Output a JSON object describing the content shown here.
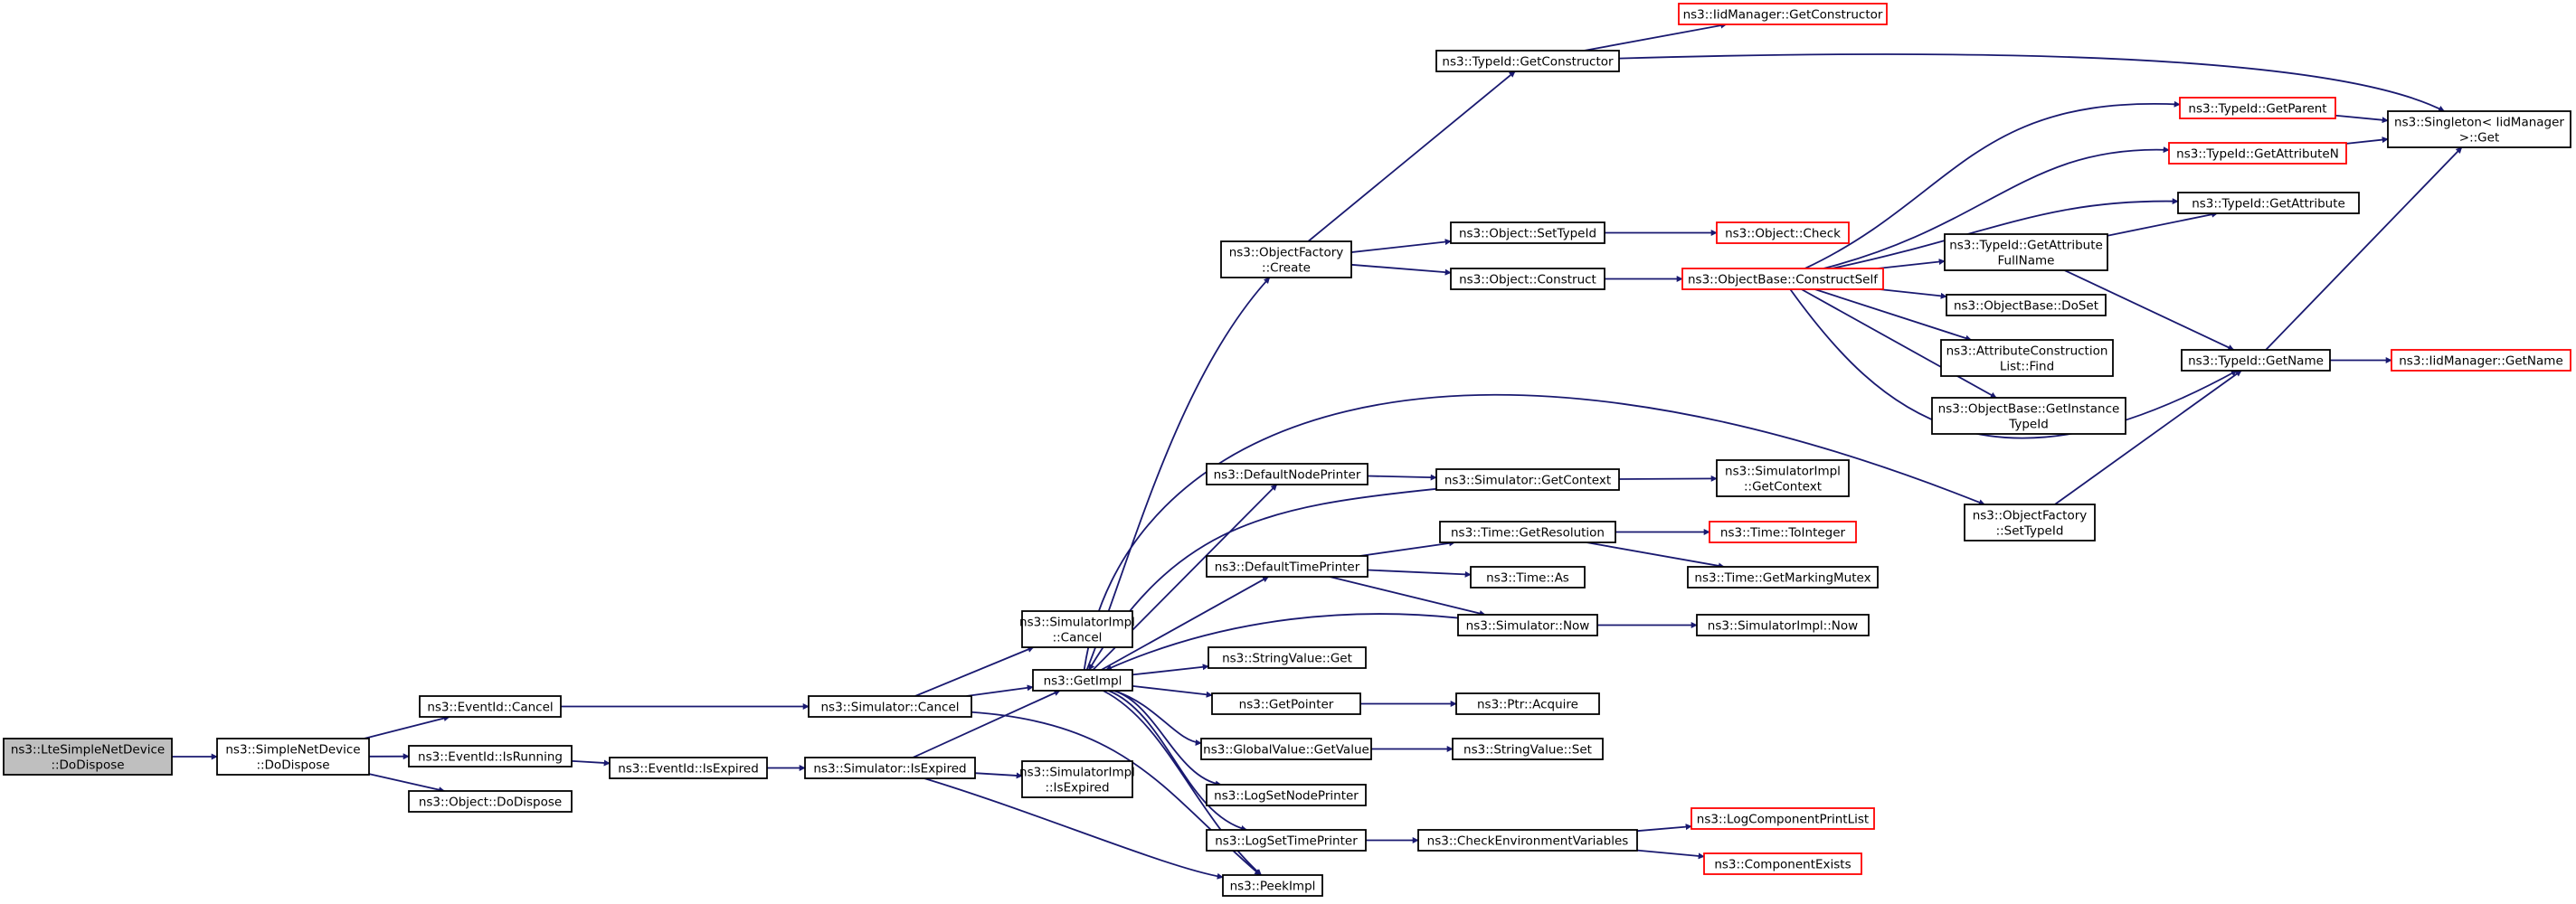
{
  "colors": {
    "edge": "#191970",
    "node_border": "#000000",
    "truncated_border": "#ff0000",
    "root_fill": "#bfbfbf",
    "node_fill": "#ffffff"
  },
  "nodes": [
    {
      "id": "lte_dispose",
      "lines": [
        "ns3::LteSimpleNetDevice",
        "::DoDispose"
      ],
      "style": "root"
    },
    {
      "id": "snd_dispose",
      "lines": [
        "ns3::SimpleNetDevice",
        "::DoDispose"
      ],
      "style": "normal"
    },
    {
      "id": "eventid_cancel",
      "lines": [
        "ns3::EventId::Cancel"
      ],
      "style": "normal"
    },
    {
      "id": "eventid_isrunning",
      "lines": [
        "ns3::EventId::IsRunning"
      ],
      "style": "normal"
    },
    {
      "id": "object_dodispose",
      "lines": [
        "ns3::Object::DoDispose"
      ],
      "style": "normal"
    },
    {
      "id": "eventid_isexpired",
      "lines": [
        "ns3::EventId::IsExpired"
      ],
      "style": "normal"
    },
    {
      "id": "sim_cancel",
      "lines": [
        "ns3::Simulator::Cancel"
      ],
      "style": "normal"
    },
    {
      "id": "sim_isexpired",
      "lines": [
        "ns3::Simulator::IsExpired"
      ],
      "style": "normal"
    },
    {
      "id": "simimpl_cancel",
      "lines": [
        "ns3::SimulatorImpl",
        "::Cancel"
      ],
      "style": "normal"
    },
    {
      "id": "getimpl",
      "lines": [
        "ns3::GetImpl"
      ],
      "style": "normal"
    },
    {
      "id": "simimpl_isexpired",
      "lines": [
        "ns3::SimulatorImpl",
        "::IsExpired"
      ],
      "style": "normal"
    },
    {
      "id": "peekimpl",
      "lines": [
        "ns3::PeekImpl"
      ],
      "style": "normal"
    },
    {
      "id": "objfactory_create",
      "lines": [
        "ns3::ObjectFactory",
        "::Create"
      ],
      "style": "normal"
    },
    {
      "id": "default_node_printer",
      "lines": [
        "ns3::DefaultNodePrinter"
      ],
      "style": "normal"
    },
    {
      "id": "default_time_printer",
      "lines": [
        "ns3::DefaultTimePrinter"
      ],
      "style": "normal"
    },
    {
      "id": "stringvalue_get",
      "lines": [
        "ns3::StringValue::Get"
      ],
      "style": "normal"
    },
    {
      "id": "getpointer",
      "lines": [
        "ns3::GetPointer"
      ],
      "style": "normal"
    },
    {
      "id": "globalvalue_getvalue",
      "lines": [
        "ns3::GlobalValue::GetValue"
      ],
      "style": "normal"
    },
    {
      "id": "logsetnodeprinter",
      "lines": [
        "ns3::LogSetNodePrinter"
      ],
      "style": "normal"
    },
    {
      "id": "logsettimeprinter",
      "lines": [
        "ns3::LogSetTimePrinter"
      ],
      "style": "normal"
    },
    {
      "id": "typeid_getconstructor",
      "lines": [
        "ns3::TypeId::GetConstructor"
      ],
      "style": "normal"
    },
    {
      "id": "object_settypeid",
      "lines": [
        "ns3::Object::SetTypeId"
      ],
      "style": "normal"
    },
    {
      "id": "object_construct",
      "lines": [
        "ns3::Object::Construct"
      ],
      "style": "normal"
    },
    {
      "id": "sim_getcontext",
      "lines": [
        "ns3::Simulator::GetContext"
      ],
      "style": "normal"
    },
    {
      "id": "time_getresolution",
      "lines": [
        "ns3::Time::GetResolution"
      ],
      "style": "normal"
    },
    {
      "id": "time_as",
      "lines": [
        "ns3::Time::As"
      ],
      "style": "normal"
    },
    {
      "id": "sim_now",
      "lines": [
        "ns3::Simulator::Now"
      ],
      "style": "normal"
    },
    {
      "id": "ptr_acquire",
      "lines": [
        "ns3::Ptr::Acquire"
      ],
      "style": "normal"
    },
    {
      "id": "stringvalue_set",
      "lines": [
        "ns3::StringValue::Set"
      ],
      "style": "normal"
    },
    {
      "id": "check_env_vars",
      "lines": [
        "ns3::CheckEnvironmentVariables"
      ],
      "style": "normal"
    },
    {
      "id": "iidmanager_getconstructor",
      "lines": [
        "ns3::IidManager::GetConstructor"
      ],
      "style": "truncated"
    },
    {
      "id": "object_check",
      "lines": [
        "ns3::Object::Check"
      ],
      "style": "truncated"
    },
    {
      "id": "objbase_constructself",
      "lines": [
        "ns3::ObjectBase::ConstructSelf"
      ],
      "style": "truncated"
    },
    {
      "id": "simimpl_getcontext",
      "lines": [
        "ns3::SimulatorImpl",
        "::GetContext"
      ],
      "style": "normal"
    },
    {
      "id": "time_tointeger",
      "lines": [
        "ns3::Time::ToInteger"
      ],
      "style": "truncated"
    },
    {
      "id": "time_getmarkingmutex",
      "lines": [
        "ns3::Time::GetMarkingMutex"
      ],
      "style": "normal"
    },
    {
      "id": "simimpl_now",
      "lines": [
        "ns3::SimulatorImpl::Now"
      ],
      "style": "normal"
    },
    {
      "id": "log_component_print_list",
      "lines": [
        "ns3::LogComponentPrintList"
      ],
      "style": "truncated"
    },
    {
      "id": "component_exists",
      "lines": [
        "ns3::ComponentExists"
      ],
      "style": "truncated"
    },
    {
      "id": "typeid_getparent",
      "lines": [
        "ns3::TypeId::GetParent"
      ],
      "style": "truncated"
    },
    {
      "id": "typeid_getattributen",
      "lines": [
        "ns3::TypeId::GetAttributeN"
      ],
      "style": "truncated"
    },
    {
      "id": "typeid_getattribute_fullname",
      "lines": [
        "ns3::TypeId::GetAttribute",
        "FullName"
      ],
      "style": "normal"
    },
    {
      "id": "objbase_doset",
      "lines": [
        "ns3::ObjectBase::DoSet"
      ],
      "style": "normal"
    },
    {
      "id": "attr_construction_list_find",
      "lines": [
        "ns3::AttributeConstruction",
        "List::Find"
      ],
      "style": "normal"
    },
    {
      "id": "objbase_getinstancetypeid",
      "lines": [
        "ns3::ObjectBase::GetInstance",
        "TypeId"
      ],
      "style": "normal"
    },
    {
      "id": "objfactory_settypeid",
      "lines": [
        "ns3::ObjectFactory",
        "::SetTypeId"
      ],
      "style": "normal"
    },
    {
      "id": "singleton_get",
      "lines": [
        "ns3::Singleton< IidManager",
        " >::Get"
      ],
      "style": "normal"
    },
    {
      "id": "typeid_getattribute",
      "lines": [
        "ns3::TypeId::GetAttribute"
      ],
      "style": "normal"
    },
    {
      "id": "typeid_getname",
      "lines": [
        "ns3::TypeId::GetName"
      ],
      "style": "normal"
    },
    {
      "id": "iidmanager_getname",
      "lines": [
        "ns3::IidManager::GetName"
      ],
      "style": "truncated"
    }
  ],
  "edges": [
    [
      "lte_dispose",
      "snd_dispose"
    ],
    [
      "snd_dispose",
      "eventid_cancel"
    ],
    [
      "snd_dispose",
      "eventid_isrunning"
    ],
    [
      "snd_dispose",
      "object_dodispose"
    ],
    [
      "eventid_cancel",
      "sim_cancel"
    ],
    [
      "eventid_isrunning",
      "eventid_isexpired"
    ],
    [
      "eventid_isexpired",
      "sim_isexpired"
    ],
    [
      "sim_cancel",
      "simimpl_cancel"
    ],
    [
      "sim_cancel",
      "getimpl"
    ],
    [
      "sim_cancel",
      "peekimpl"
    ],
    [
      "sim_isexpired",
      "getimpl"
    ],
    [
      "sim_isexpired",
      "simimpl_isexpired"
    ],
    [
      "sim_isexpired",
      "peekimpl"
    ],
    [
      "getimpl",
      "objfactory_create"
    ],
    [
      "getimpl",
      "default_node_printer"
    ],
    [
      "getimpl",
      "default_time_printer"
    ],
    [
      "getimpl",
      "stringvalue_get"
    ],
    [
      "getimpl",
      "getpointer"
    ],
    [
      "getimpl",
      "globalvalue_getvalue"
    ],
    [
      "getimpl",
      "logsetnodeprinter"
    ],
    [
      "getimpl",
      "logsettimeprinter"
    ],
    [
      "getimpl",
      "peekimpl"
    ],
    [
      "getimpl",
      "objfactory_settypeid"
    ],
    [
      "objfactory_create",
      "typeid_getconstructor"
    ],
    [
      "objfactory_create",
      "object_settypeid"
    ],
    [
      "objfactory_create",
      "object_construct"
    ],
    [
      "typeid_getconstructor",
      "iidmanager_getconstructor"
    ],
    [
      "typeid_getconstructor",
      "singleton_get"
    ],
    [
      "object_settypeid",
      "object_check"
    ],
    [
      "object_construct",
      "objbase_constructself"
    ],
    [
      "default_node_printer",
      "sim_getcontext"
    ],
    [
      "sim_getcontext",
      "simimpl_getcontext"
    ],
    [
      "sim_getcontext",
      "getimpl"
    ],
    [
      "default_time_printer",
      "time_getresolution"
    ],
    [
      "default_time_printer",
      "time_as"
    ],
    [
      "default_time_printer",
      "sim_now"
    ],
    [
      "time_getresolution",
      "time_tointeger"
    ],
    [
      "time_getresolution",
      "time_getmarkingmutex"
    ],
    [
      "sim_now",
      "simimpl_now"
    ],
    [
      "sim_now",
      "getimpl"
    ],
    [
      "getpointer",
      "ptr_acquire"
    ],
    [
      "globalvalue_getvalue",
      "stringvalue_set"
    ],
    [
      "logsettimeprinter",
      "check_env_vars"
    ],
    [
      "check_env_vars",
      "log_component_print_list"
    ],
    [
      "check_env_vars",
      "component_exists"
    ],
    [
      "objbase_constructself",
      "typeid_getparent"
    ],
    [
      "objbase_constructself",
      "typeid_getattributen"
    ],
    [
      "objbase_constructself",
      "typeid_getattribute"
    ],
    [
      "objbase_constructself",
      "typeid_getattribute_fullname"
    ],
    [
      "objbase_constructself",
      "objbase_doset"
    ],
    [
      "objbase_constructself",
      "attr_construction_list_find"
    ],
    [
      "objbase_constructself",
      "objbase_getinstancetypeid"
    ],
    [
      "objbase_constructself",
      "typeid_getname"
    ],
    [
      "typeid_getparent",
      "singleton_get"
    ],
    [
      "typeid_getattributen",
      "singleton_get"
    ],
    [
      "typeid_getattribute_fullname",
      "typeid_getattribute"
    ],
    [
      "typeid_getattribute_fullname",
      "typeid_getname"
    ],
    [
      "objfactory_settypeid",
      "typeid_getname"
    ],
    [
      "typeid_getname",
      "singleton_get"
    ],
    [
      "typeid_getname",
      "iidmanager_getname"
    ]
  ]
}
